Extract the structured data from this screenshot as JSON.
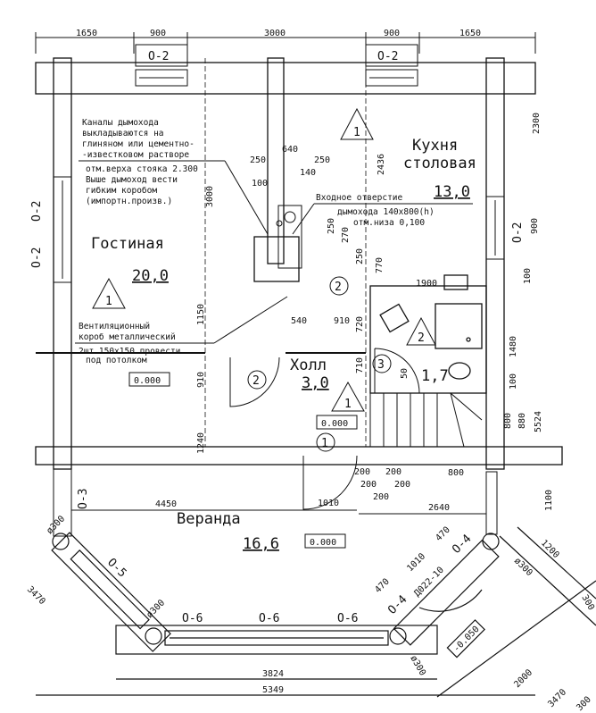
{
  "rooms": {
    "living": {
      "name": "Гостиная",
      "area": "20,0",
      "level": "0.000"
    },
    "kitchen": {
      "name1": "Кухня",
      "name2": "столовая",
      "area": "13,0"
    },
    "hall": {
      "name": "Холл",
      "area": "3,0",
      "level": "0.000"
    },
    "bath": {
      "area": "1,7"
    },
    "veranda": {
      "name": "Веранда",
      "area": "16,6",
      "level": "0.000",
      "entry_level": "-0.050"
    }
  },
  "notes": {
    "flue": [
      "Каналы дымохода",
      "выкладываются на",
      "глиняном или цементно-",
      "-известковом растворе"
    ],
    "stack": [
      "отм.верха стояка 2.300",
      "Выше дымоход вести",
      "гибким коробом",
      "(импортн.произв.)"
    ],
    "inlet": [
      "Входное отверстие",
      "дымохода 140x800(h)",
      "отм.низа 0,100"
    ],
    "vent": [
      "Вентиляционный",
      "короб металлический",
      "2шт.150x150 провести",
      "под потолком"
    ]
  },
  "windows": {
    "o2": "О-2",
    "o3": "О-3",
    "o4": "О-4",
    "o5": "О-5",
    "o6": "О-6"
  },
  "door_mark": "Д022-10",
  "door_numbers": [
    "1",
    "2",
    "3"
  ],
  "triangle_marks": [
    "1",
    "2"
  ],
  "dimensions": {
    "top": [
      "1650",
      "900",
      "3000",
      "900",
      "1650"
    ],
    "chimney": [
      "640",
      "250",
      "250",
      "140",
      "100",
      "3000",
      "2436"
    ],
    "inlet": [
      "250",
      "270",
      "250",
      "770"
    ],
    "misc": [
      "1900",
      "100",
      "1480",
      "100",
      "5524",
      "880",
      "800",
      "2300",
      "900",
      "1150",
      "910",
      "1240",
      "540",
      "910",
      "720",
      "710",
      "50"
    ],
    "stairs": [
      "200",
      "200",
      "200",
      "200",
      "200",
      "800",
      "1010",
      "2640",
      "4450",
      "1100"
    ],
    "veranda": [
      "470",
      "1010",
      "470",
      "1200",
      "ø300",
      "ø300",
      "ø300",
      "ø300",
      "3470",
      "3470",
      "2000",
      "300",
      "3824",
      "5349",
      "300"
    ]
  }
}
